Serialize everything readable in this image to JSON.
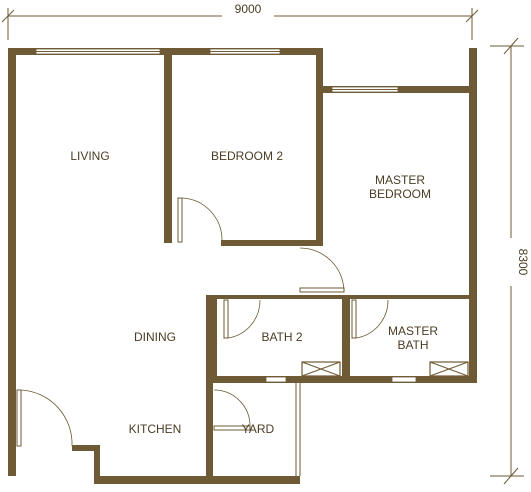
{
  "plan": {
    "dimensions": {
      "width": "9000",
      "height": "8300"
    },
    "rooms": {
      "living": "LIVING",
      "bedroom2": "BEDROOM 2",
      "master_bedroom_line1": "MASTER",
      "master_bedroom_line2": "BEDROOM",
      "dining": "DINING",
      "bath2": "BATH 2",
      "master_bath_line1": "MASTER",
      "master_bath_line2": "BATH",
      "kitchen": "KITCHEN",
      "yard": "YARD"
    },
    "colors": {
      "wall": "#6e5a34",
      "text": "#4a3d24",
      "background": "#ffffff"
    }
  }
}
